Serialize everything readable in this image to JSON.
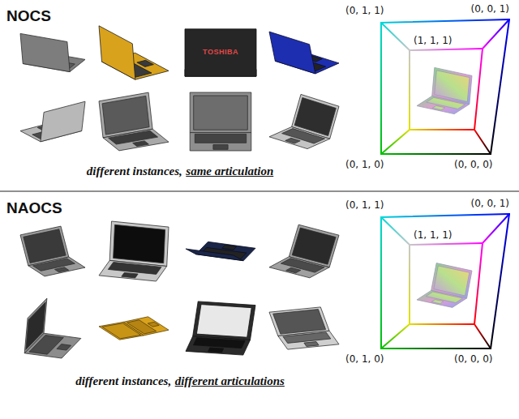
{
  "diagram": {
    "nodes": [
      {
        "text": [
          "NOCS",
          "different instances,",
          "same articulation"
        ]
      },
      {
        "text": [
          "NAOCS",
          "different instances,",
          "different articulations"
        ]
      }
    ],
    "labels": [
      "TOSHIBA",
      "(0, 1, 1)",
      "(0, 0, 1)",
      "(1, 1, 1)",
      "(0, 1, 0)",
      "(0, 0, 0)",
      "(0, 1, 1)",
      "(0, 0, 1)",
      "(1, 1, 1)",
      "(0, 1, 0)",
      "(0, 0, 0)"
    ]
  }
}
